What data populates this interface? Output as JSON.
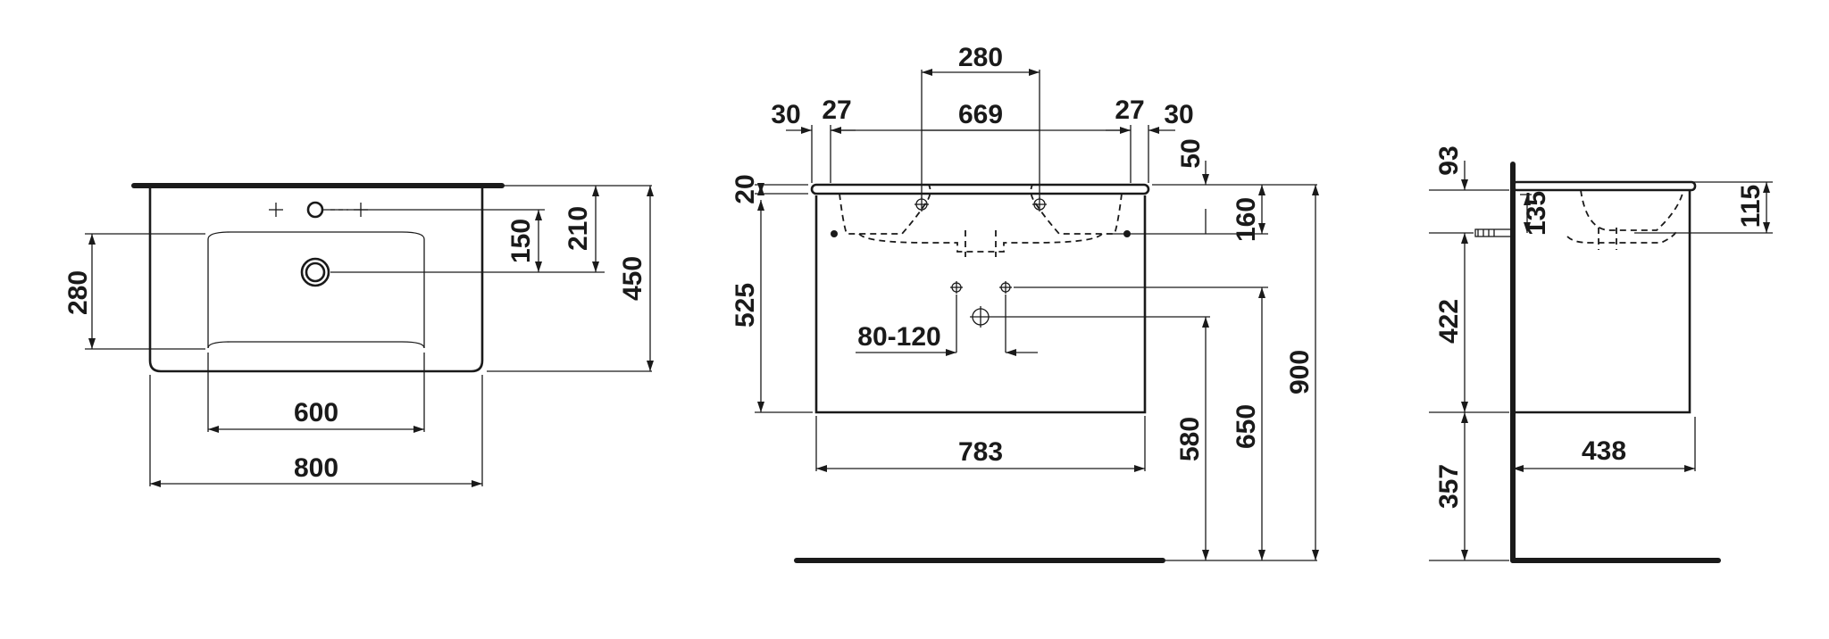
{
  "top_view": {
    "dims": {
      "tap_hole_to_front_1": "150",
      "tap_hole_to_front_2": "210",
      "depth": "450",
      "bowl_depth": "280",
      "bowl_width": "600",
      "width": "800"
    }
  },
  "front_view": {
    "dims": {
      "outer_left": "30",
      "inner_left": "27",
      "hole_spacing": "280",
      "between_holes": "669",
      "inner_right": "27",
      "outer_right": "30",
      "top_thickness": "20",
      "top_right": "50",
      "basin_depth": "160",
      "cabinet_height": "525",
      "drain_offset": "80-120",
      "cabinet_width": "783",
      "drain_height_low": "580",
      "drain_height_high": "650",
      "total_height": "900"
    }
  },
  "side_view": {
    "dims": {
      "top_offset": "93",
      "side_135": "135",
      "side_115": "115",
      "cabinet_height": "422",
      "floor_clearance": "357",
      "depth": "438"
    }
  }
}
